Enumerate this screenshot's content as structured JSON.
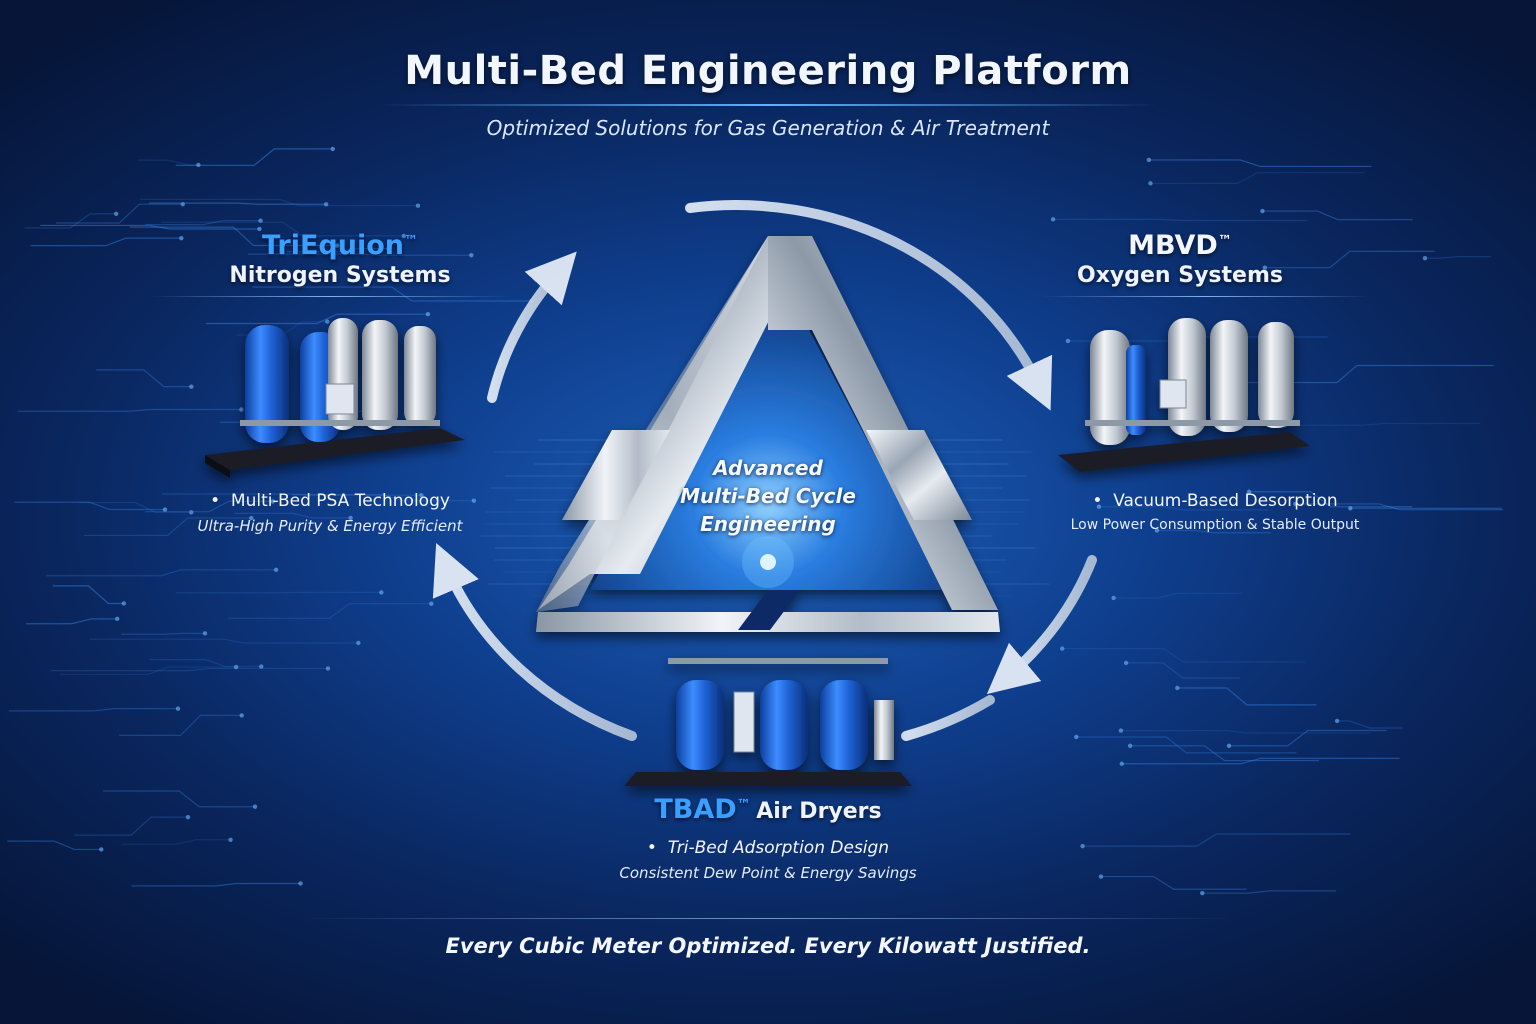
{
  "header": {
    "title": "Multi-Bed Engineering Platform",
    "subtitle": "Optimized Solutions for Gas Generation & Air Treatment"
  },
  "center": {
    "line1": "Advanced",
    "line2": "Multi-Bed Cycle",
    "line3": "Engineering"
  },
  "products": [
    {
      "brand": "TriEquion",
      "tm": "™",
      "subtitle": "Nitrogen Systems",
      "bullet": "Multi-Bed PSA Technology",
      "detail": "Ultra-High Purity & Energy Efficient"
    },
    {
      "brand": "MBVD",
      "tm": "™",
      "subtitle": "Oxygen Systems",
      "bullet": "Vacuum-Based Desorption",
      "detail": "Low Power Consumption & Stable Output"
    },
    {
      "brand": "TBAD",
      "tm": "™",
      "subtitle": "Air Dryers",
      "bullet": "Tri-Bed Adsorption Design",
      "detail": "Consistent Dew Point & Energy Savings"
    }
  ],
  "bullet_glyph": "•",
  "footer": {
    "tagline": "Every Cubic Meter Optimized. Every Kilowatt Justified."
  },
  "colors": {
    "accent_blue": "#3aa0ff",
    "background_deep": "#061538",
    "metal": "#c9d2dc"
  },
  "icons": [
    "cycle-arrow-icon",
    "triangle-emblem-icon",
    "adsorption-skid-icon"
  ]
}
